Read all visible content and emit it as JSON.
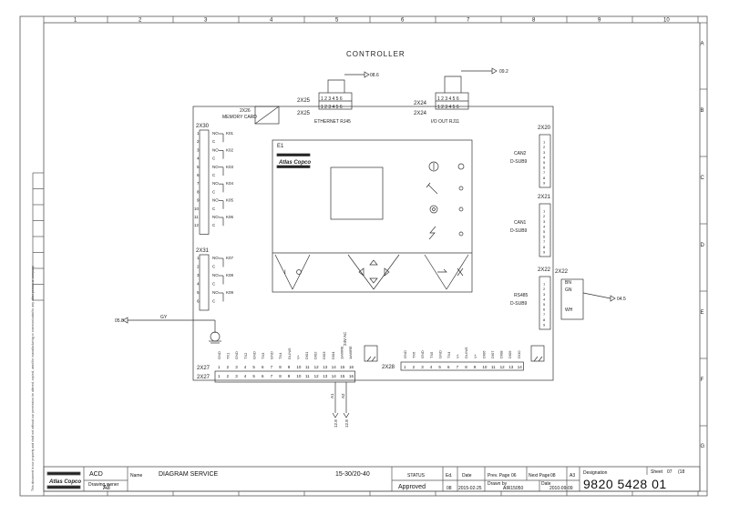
{
  "frame": {
    "columns": [
      "1",
      "2",
      "3",
      "4",
      "5",
      "6",
      "7",
      "8",
      "9",
      "10"
    ],
    "rows": [
      "A",
      "B",
      "C",
      "D",
      "E",
      "F",
      "G"
    ]
  },
  "diagram": {
    "title": "CONTROLLER",
    "memory_card": {
      "ref": "2X26",
      "label": "MEMORY CARD"
    },
    "ethernet": {
      "ref_top": "2X25",
      "ref_bottom": "2X25",
      "pins": "1 2 3 4 5 6",
      "label": "ETHERNET RJ45",
      "link": "08.6"
    },
    "io_out": {
      "ref_top": "2X24",
      "ref_bottom": "2X24",
      "pins": "1 2 3 4 5 6",
      "label": "I/O OUT    RJ11",
      "link": "09.2"
    },
    "controller_ref": "E1",
    "brand": "Atlas Copco",
    "relay_block_1": {
      "ref": "2X30",
      "pins": [
        "1",
        "2",
        "3",
        "4",
        "5",
        "6",
        "7",
        "8",
        "9",
        "10",
        "11",
        "12"
      ],
      "contacts": [
        "NO",
        "C",
        "NO",
        "C",
        "NO",
        "C",
        "NO",
        "C",
        "NO",
        "C",
        "NO",
        "C"
      ],
      "relays": [
        "K01",
        "K02",
        "K03",
        "K04",
        "K05",
        "K06"
      ]
    },
    "relay_block_2": {
      "ref": "2X31",
      "pins": [
        "1",
        "2",
        "3",
        "4",
        "5",
        "6"
      ],
      "contacts": [
        "NO",
        "C",
        "NO",
        "C",
        "NO",
        "C"
      ],
      "relays": [
        "K07",
        "K08",
        "K09"
      ]
    },
    "can2": {
      "ref": "2X20",
      "label": "CAN2",
      "sub": "D-SUB9"
    },
    "can1": {
      "ref": "2X21",
      "label": "CAN1",
      "sub": "D-SUB9"
    },
    "rs485": {
      "ref": "2X22",
      "ref2": "2X22",
      "label": "RS485",
      "sub": "D-SUB9",
      "wires": [
        "BN",
        "GN",
        "WH"
      ],
      "link": "04.5"
    },
    "ground_link": {
      "from": "05.8",
      "wire": "GY"
    },
    "x27": {
      "ref_top": "2X27",
      "ref_bottom": "2X27",
      "signals": [
        "GND",
        "TX1",
        "GND",
        "TX2",
        "GND",
        "TX3",
        "GND",
        "TX4",
        "Di-IN/5",
        "V+",
        "DI01",
        "DI02",
        "DI03",
        "DI04",
        "1xWIRE",
        "1xWIRE"
      ],
      "pins": [
        "1",
        "2",
        "3",
        "4",
        "5",
        "6",
        "7",
        "8",
        "9",
        "10",
        "11",
        "12",
        "13",
        "14",
        "15",
        "16"
      ],
      "supply": "24V AC",
      "wire_labels": [
        "A1",
        "A2"
      ],
      "wire_ends": [
        "12.8",
        "12.8"
      ]
    },
    "x28": {
      "ref": "2X28",
      "signals": [
        "GND",
        "TX6",
        "GND",
        "TX5",
        "GND",
        "TX4",
        "V+",
        "Di-IN/5",
        "V+",
        "DI06",
        "DI07",
        "DI08",
        "DI09",
        "DI10"
      ],
      "pins": [
        "1",
        "2",
        "3",
        "4",
        "5",
        "6",
        "7",
        "8",
        "9",
        "10",
        "11",
        "12",
        "13",
        "14"
      ]
    }
  },
  "title_block": {
    "company": "ACD",
    "drawing_owner_label": "Drawing owner",
    "drawing_owner": "All",
    "name_label": "Name",
    "name": "DIAGRAM SERVICE",
    "model": "15-30/20-40",
    "status_label": "STATUS",
    "status": "Approved",
    "ed_label": "Ed.",
    "ed": "08",
    "date_label": "Date",
    "date": "2015-02-25",
    "prev_page_label": "Prev. Page",
    "prev_page": "06",
    "next_page_label": "Next Page",
    "next_page": "08",
    "size": "A3",
    "drawn_by_label": "Drawn by",
    "drawn_by": "AIR15050",
    "drawn_date_label": "Date",
    "drawn_date": "2010-09-09",
    "designation_label": "Designation",
    "designation": "9820 5428 01",
    "sheet_label": "Sheet",
    "sheet": "07",
    "sheet_total": "(18",
    "note": "This document is our property and shall not without our permission be altered, copied, used for manufacturing or communicated to any other person or company"
  },
  "colors": {
    "ink": "#333333",
    "frame": "#555555"
  }
}
